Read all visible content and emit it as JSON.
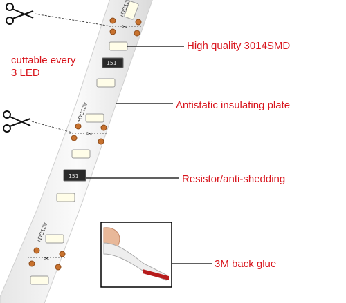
{
  "annotations": {
    "cuttable_line1": "cuttable every",
    "cuttable_line2": "3 LED",
    "smd": "High quality 3014SMD",
    "plate": "Antistatic insulating plate",
    "resistor": "Resistor/anti-shedding",
    "glue": "3M back glue"
  },
  "strip": {
    "voltage_mark": "+DC12V",
    "resistor_code": "151"
  },
  "colors": {
    "label": "#d8141c",
    "strip": "#f4f4f4",
    "pad": "#c8722e",
    "led": "#fffde8",
    "leader_line": "#000000"
  },
  "icons": [
    "scissors-icon",
    "scissors-icon"
  ]
}
